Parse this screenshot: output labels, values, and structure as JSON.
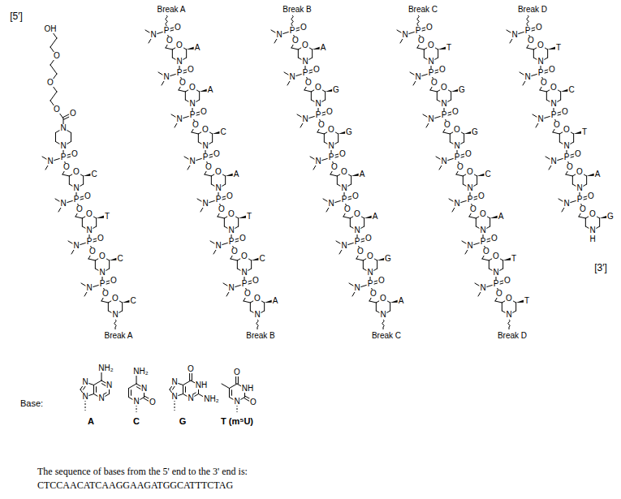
{
  "diagram": {
    "labels": [
      "[5′]",
      "OH",
      "O",
      "O",
      "O",
      "O",
      "N",
      "N",
      "P",
      "O",
      "N",
      "O",
      "O",
      "C",
      "N",
      "P",
      "O",
      "N",
      "O",
      "O",
      "T",
      "N",
      "P",
      "O",
      "N",
      "O",
      "O",
      "C",
      "N",
      "P",
      "O",
      "N",
      "O",
      "O",
      "C",
      "N",
      "Break A",
      "Break A",
      "P",
      "O",
      "N",
      "O",
      "O",
      "A",
      "N",
      "P",
      "O",
      "N",
      "O",
      "O",
      "A",
      "N",
      "P",
      "O",
      "N",
      "O",
      "O",
      "C",
      "N",
      "P",
      "O",
      "N",
      "O",
      "O",
      "A",
      "N",
      "P",
      "O",
      "N",
      "O",
      "O",
      "T",
      "N",
      "P",
      "O",
      "N",
      "O",
      "O",
      "C",
      "N",
      "P",
      "O",
      "N",
      "O",
      "O",
      "A",
      "N",
      "Break B",
      "Break B",
      "P",
      "O",
      "N",
      "O",
      "O",
      "A",
      "N",
      "P",
      "O",
      "N",
      "O",
      "O",
      "G",
      "N",
      "P",
      "O",
      "N",
      "O",
      "O",
      "G",
      "N",
      "P",
      "O",
      "N",
      "O",
      "O",
      "A",
      "N",
      "P",
      "O",
      "N",
      "O",
      "O",
      "A",
      "N",
      "P",
      "O",
      "N",
      "O",
      "O",
      "G",
      "N",
      "P",
      "O",
      "N",
      "O",
      "O",
      "A",
      "N",
      "Break C",
      "Break C",
      "P",
      "O",
      "N",
      "O",
      "O",
      "T",
      "N",
      "P",
      "O",
      "N",
      "O",
      "O",
      "G",
      "N",
      "P",
      "O",
      "N",
      "O",
      "O",
      "G",
      "N",
      "P",
      "O",
      "N",
      "O",
      "O",
      "C",
      "N",
      "P",
      "O",
      "N",
      "O",
      "O",
      "A",
      "N",
      "P",
      "O",
      "N",
      "O",
      "O",
      "T",
      "N",
      "P",
      "O",
      "N",
      "O",
      "O",
      "T",
      "N",
      "Break D",
      "Break D",
      "P",
      "O",
      "N",
      "O",
      "O",
      "T",
      "N",
      "P",
      "O",
      "N",
      "O",
      "O",
      "C",
      "N",
      "P",
      "O",
      "N",
      "O",
      "O",
      "T",
      "N",
      "P",
      "O",
      "N",
      "O",
      "O",
      "A",
      "N",
      "P",
      "O",
      "N",
      "O",
      "O",
      "G",
      "N",
      "H",
      "[3′]",
      "Base:",
      "NH₂",
      "N",
      "N",
      "N",
      "N",
      "A",
      "NH₂",
      "N",
      "O",
      "N",
      "C",
      "O",
      "NH",
      "NH₂",
      "N",
      "N",
      "N",
      "G",
      "O",
      "NH",
      "O",
      "N",
      "T (m⁵U)",
      "The sequence of bases from the 5' end to the 3' end is:",
      "CTCCAACATCAAGGAAGATGGCATTTCTAG"
    ]
  }
}
